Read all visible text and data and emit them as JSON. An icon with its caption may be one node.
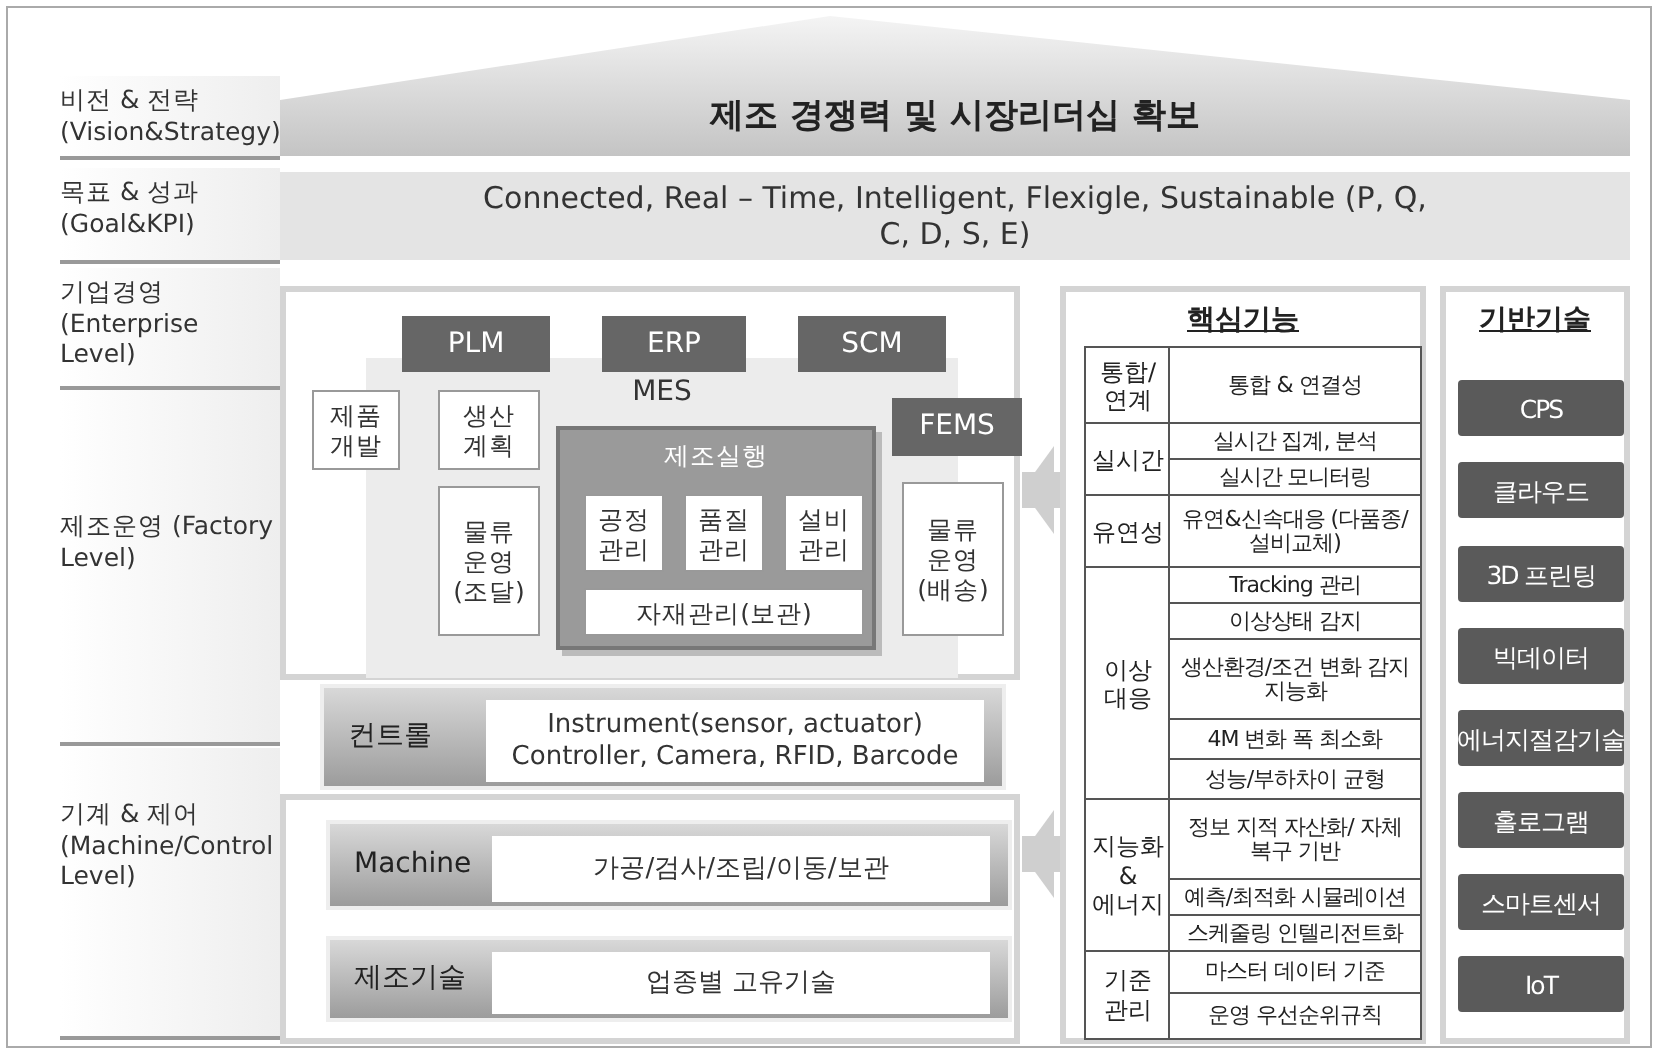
{
  "diagram": {
    "nodes": [
      {
        "text": [
          "제조 경쟁력 및 시장리더십 확보"
        ]
      },
      {
        "text": [
          "Connected, Real – Time, Intelligent, Flexigle, Sustainable (P, Q, C, D, S, E)"
        ]
      },
      {
        "text": [],
        "shape": "box"
      },
      {
        "text": [
          "PLM"
        ],
        "in": 2
      },
      {
        "text": [
          "ERP"
        ],
        "in": 2
      },
      {
        "text": [
          "SCM"
        ],
        "in": 2
      },
      {
        "text": [
          "MES"
        ],
        "in": 2
      },
      {
        "text": [
          "제품 개발"
        ],
        "in": 2
      },
      {
        "text": [
          "생산 계획"
        ],
        "in": 6
      },
      {
        "text": [
          "물류 운영 (조달)"
        ],
        "in": 6
      },
      {
        "text": [
          "제조실행"
        ],
        "in": 6
      },
      {
        "text": [
          "공정 관리"
        ],
        "in": 10
      },
      {
        "text": [
          "품질 관리"
        ],
        "in": 10
      },
      {
        "text": [
          "설비 관리"
        ],
        "in": 10
      },
      {
        "text": [
          "자재관리(보관)"
        ],
        "in": 10
      },
      {
        "text": [
          "FEMS"
        ],
        "in": 2
      },
      {
        "text": [
          "물류 운영 (배송)"
        ],
        "in": 2
      },
      {
        "text": [
          "컨트롤"
        ]
      },
      {
        "text": [
          "Instrument(sensor, actuator) Controller, Camera, RFID, Barcode"
        ],
        "in": 17
      },
      {
        "text": [],
        "shape": "box"
      },
      {
        "text": [
          "Machine"
        ],
        "in": 19
      },
      {
        "text": [
          "가공/검사/조립/이동/보관"
        ],
        "in": 20
      },
      {
        "text": [
          "제조기술"
        ],
        "in": 19
      },
      {
        "text": [
          "업종별 고유기술"
        ],
        "in": 22
      },
      {
        "text": [
          "핵심기능"
        ]
      },
      {
        "text": [
          "통합/ 연계"
        ],
        "in": 24
      },
      {
        "text": [
          "통합 & 연결성"
        ],
        "in": 24
      },
      {
        "text": [
          "실시간"
        ],
        "in": 24
      },
      {
        "text": [
          "실시간 집계, 분석"
        ],
        "in": 24
      },
      {
        "text": [
          "실시간 모니터링"
        ],
        "in": 24
      },
      {
        "text": [
          "유연성"
        ],
        "in": 24
      },
      {
        "text": [
          "유연&신속대응 (다품종/설비교체)"
        ],
        "in": 24
      },
      {
        "text": [
          "이상 대응"
        ],
        "in": 24
      },
      {
        "text": [
          "Tracking 관리"
        ],
        "in": 24
      },
      {
        "text": [
          "이상상태 감지"
        ],
        "in": 24
      },
      {
        "text": [
          "생산환경/조건 변화 감지 지능화"
        ],
        "in": 24
      },
      {
        "text": [
          "4M 변화 폭 최소화"
        ],
        "in": 24
      },
      {
        "text": [
          "성능/부하차이 균형"
        ],
        "in": 24
      },
      {
        "text": [
          "지능화 & 에너지"
        ],
        "in": 24
      },
      {
        "text": [
          "정보 지적 자산화/ 자체 복구 기반"
        ],
        "in": 24
      },
      {
        "text": [
          "예측/최적화 시뮬레이션"
        ],
        "in": 24
      },
      {
        "text": [
          "스케줄링 인텔리전트화"
        ],
        "in": 24
      },
      {
        "text": [
          "기준 관리"
        ],
        "in": 24
      },
      {
        "text": [
          "마스터 데이터 기준"
        ],
        "in": 24
      },
      {
        "text": [
          "운영 우선순위규칙"
        ],
        "in": 24
      },
      {
        "text": [
          "기반기술"
        ]
      },
      {
        "text": [
          "CPS"
        ],
        "in": 45
      },
      {
        "text": [
          "클라우드"
        ],
        "in": 45
      },
      {
        "text": [
          "3D 프린팅"
        ],
        "in": 45
      },
      {
        "text": [
          "빅데이터"
        ],
        "in": 45
      },
      {
        "text": [
          "에너지절감기술"
        ],
        "in": 45
      },
      {
        "text": [
          "홀로그램"
        ],
        "in": 45
      },
      {
        "text": [
          "스마트센서"
        ],
        "in": 45
      },
      {
        "text": [
          "IoT"
        ],
        "in": 45
      }
    ],
    "edges": [
      {
        "from": 24,
        "to": 2,
        "arrow": "to"
      },
      {
        "from": 24,
        "to": 19,
        "arrow": "to"
      }
    ],
    "labels": [
      "비전 & 전략 (Vision&Strategy)",
      "목표 & 성과 (Goal&KPI)",
      "기업경영 (Enterprise Level)",
      "제조운영 (Factory Level)",
      "기계 & 제어 (Machine/Control Level)"
    ]
  }
}
